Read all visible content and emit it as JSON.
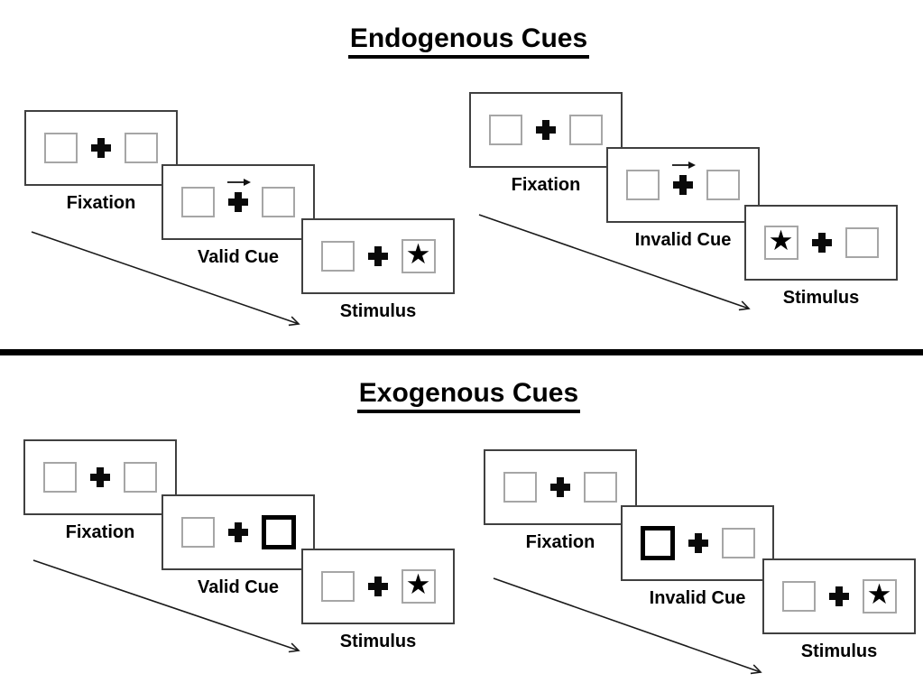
{
  "sections": [
    {
      "title": "Endogenous Cues",
      "sequences": [
        {
          "name": "endogenous-valid",
          "panels": [
            {
              "label": "Fixation",
              "left": "plain",
              "center": "plus",
              "right": "plain"
            },
            {
              "label": "Valid Cue",
              "left": "plain",
              "center": "plus-arrow",
              "right": "plain"
            },
            {
              "label": "Stimulus",
              "left": "plain",
              "center": "plus",
              "right": "star"
            }
          ]
        },
        {
          "name": "endogenous-invalid",
          "panels": [
            {
              "label": "Fixation",
              "left": "plain",
              "center": "plus",
              "right": "plain"
            },
            {
              "label": "Invalid Cue",
              "left": "plain",
              "center": "plus-arrow",
              "right": "plain"
            },
            {
              "label": "Stimulus",
              "left": "star",
              "center": "plus",
              "right": "plain"
            }
          ]
        }
      ]
    },
    {
      "title": "Exogenous Cues",
      "sequences": [
        {
          "name": "exogenous-valid",
          "panels": [
            {
              "label": "Fixation",
              "left": "plain",
              "center": "plus",
              "right": "plain"
            },
            {
              "label": "Valid Cue",
              "left": "plain",
              "center": "plus",
              "right": "thick"
            },
            {
              "label": "Stimulus",
              "left": "plain",
              "center": "plus",
              "right": "star"
            }
          ]
        },
        {
          "name": "exogenous-invalid",
          "panels": [
            {
              "label": "Fixation",
              "left": "plain",
              "center": "plus",
              "right": "plain"
            },
            {
              "label": "Invalid Cue",
              "left": "thick",
              "center": "plus",
              "right": "plain"
            },
            {
              "label": "Stimulus",
              "left": "plain",
              "center": "plus",
              "right": "star"
            }
          ]
        }
      ]
    }
  ],
  "icons": {
    "star": "★",
    "fixation_cross": "plus-shape",
    "cue_arrow_direction": "right"
  },
  "colors": {
    "ink": "#000000",
    "panel_border": "#404040",
    "box_border": "#a6a6a6",
    "background": "#ffffff"
  }
}
